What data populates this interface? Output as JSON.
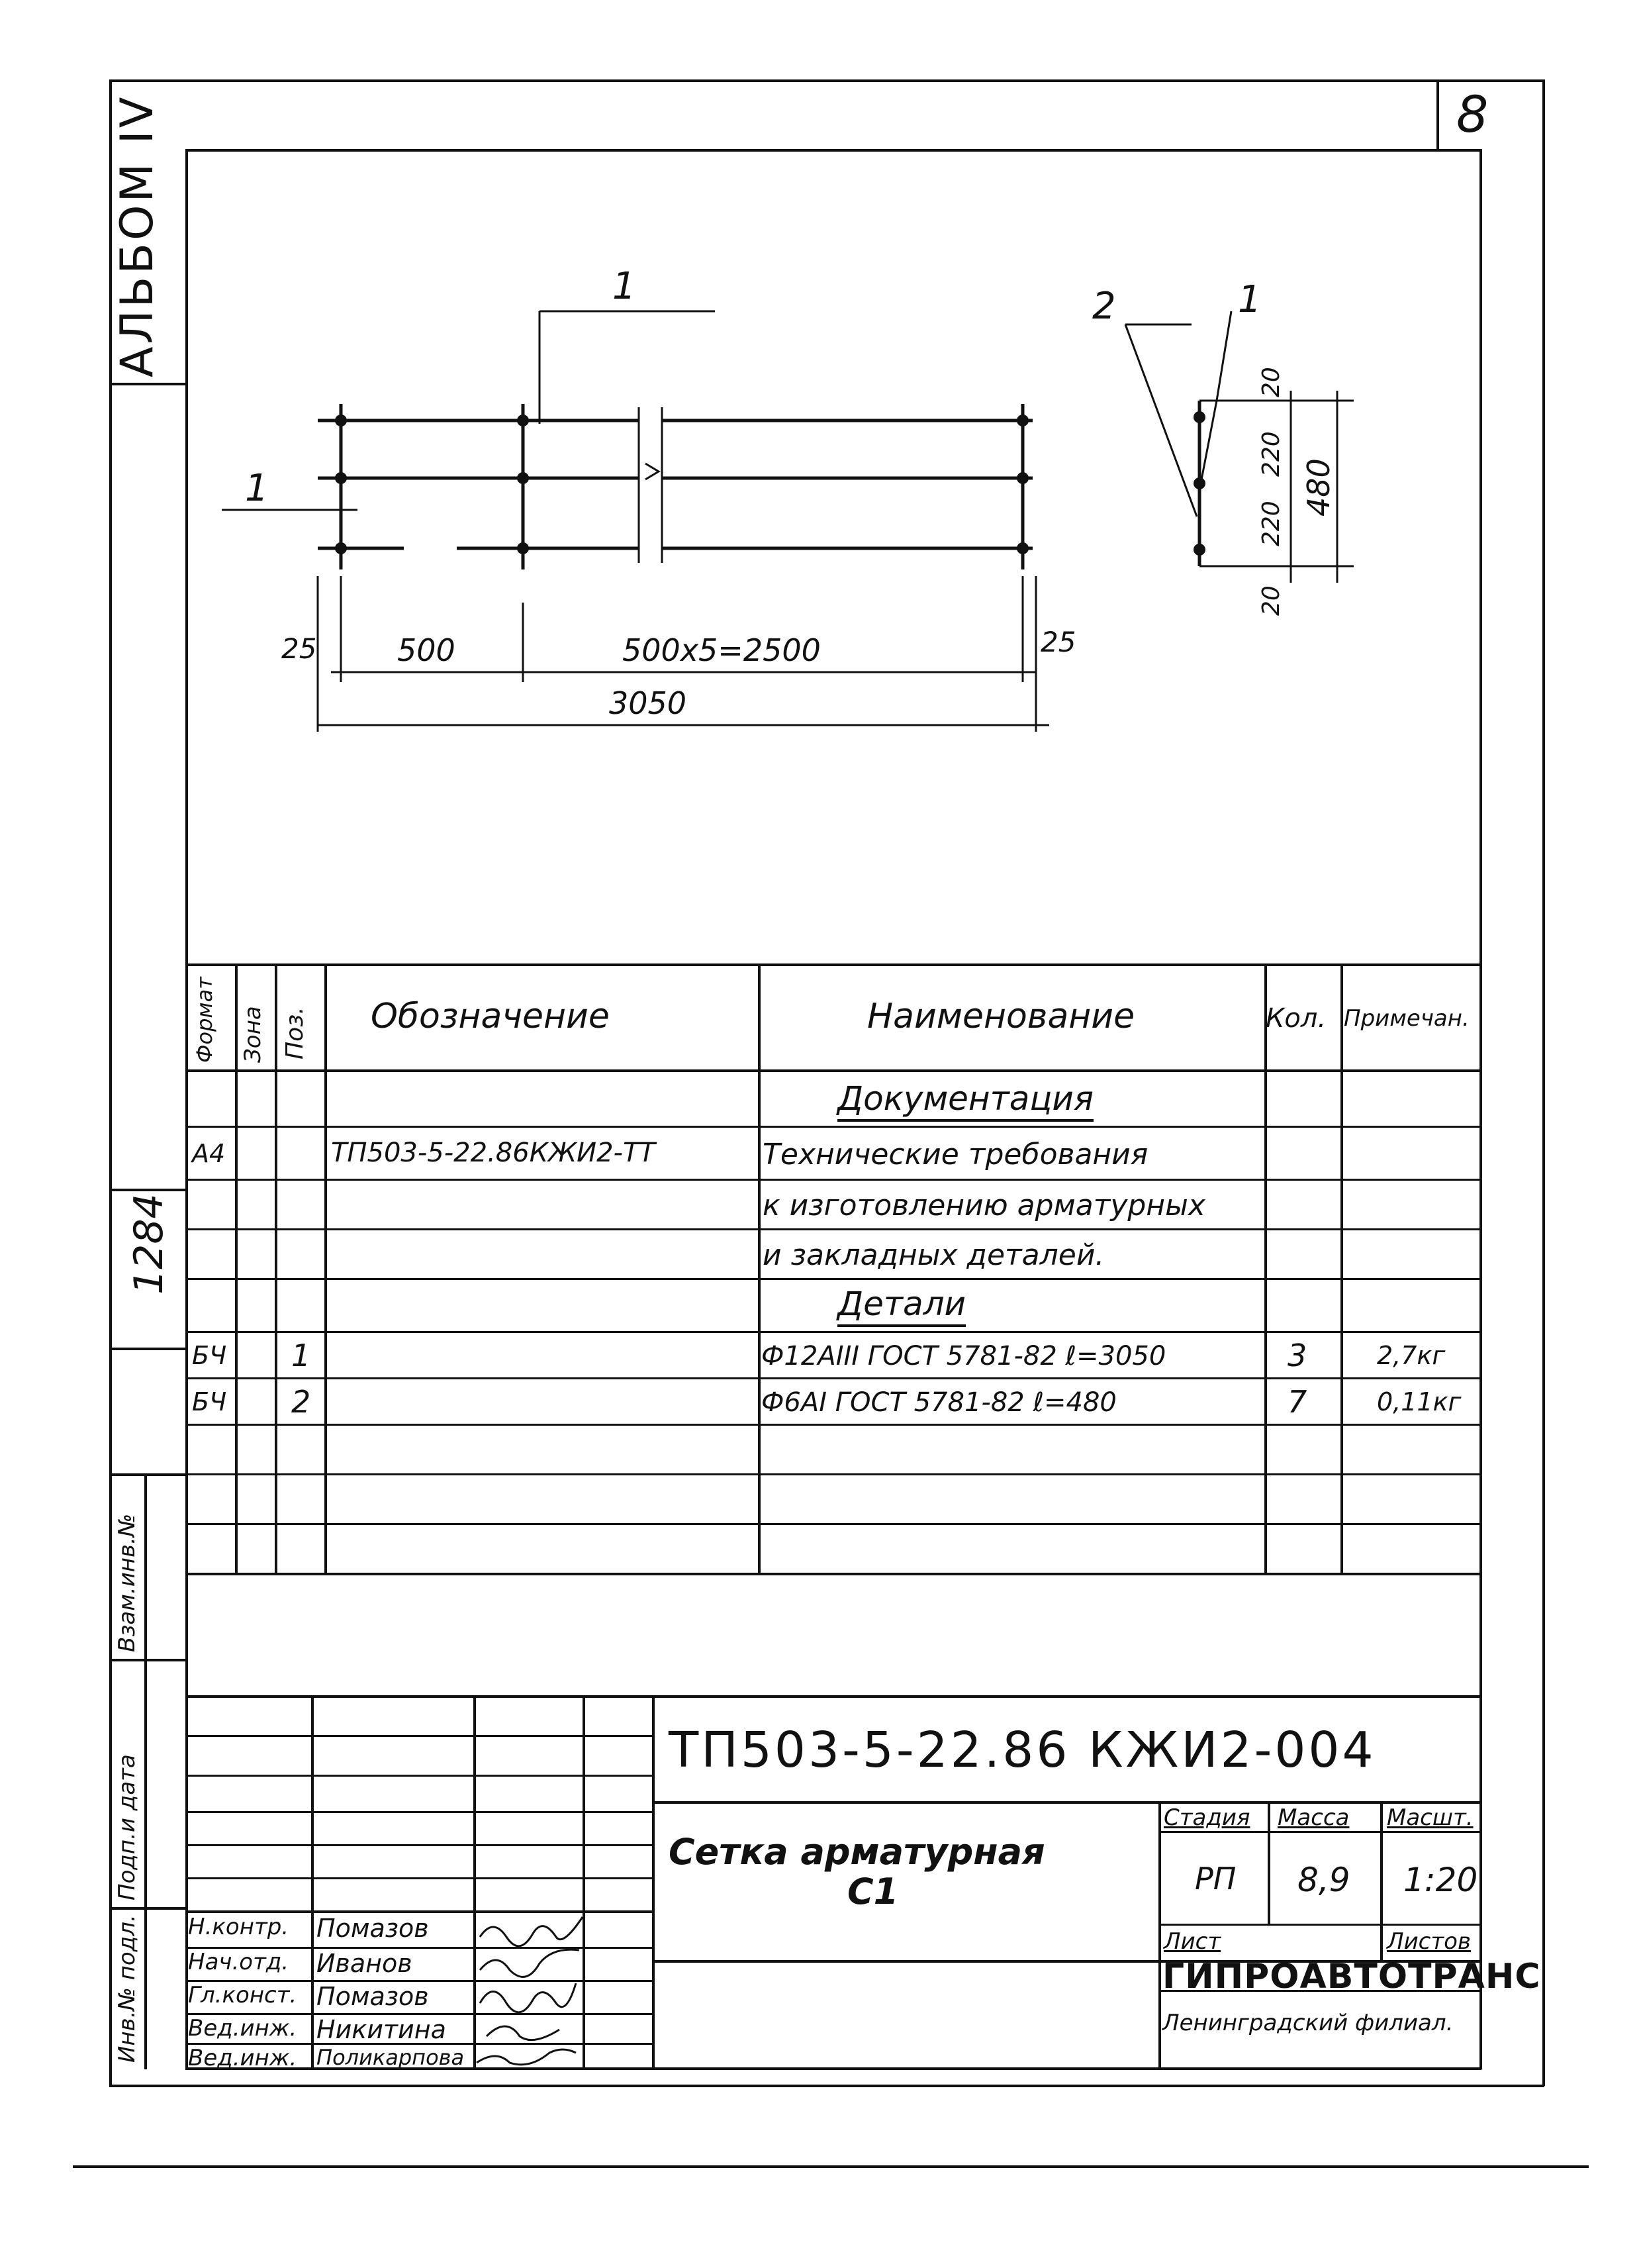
{
  "sheet": {
    "number": "8",
    "album_label": "АЛЬБОМ IV",
    "inventory_number": "1284"
  },
  "drawing": {
    "pos1_label": "1",
    "pos2_label": "2",
    "dims_main": {
      "d25_left": "25",
      "d500": "500",
      "d500x5": "500x5=2500",
      "d25_right": "25",
      "d3050": "3050"
    },
    "dims_section": {
      "d20_top": "20",
      "d220_a": "220",
      "d220_b": "220",
      "d20_bottom": "20",
      "d480": "480"
    }
  },
  "spec": {
    "headers": {
      "format": "Формат",
      "zone": "Зона",
      "pos": "Поз.",
      "designation": "Обозначение",
      "name": "Наименование",
      "qty": "Кол.",
      "note": "Примечан."
    },
    "sections": {
      "documentation": "Документация",
      "parts": "Детали"
    },
    "rows": [
      {
        "format": "А4",
        "pos": "",
        "designation": "ТП503-5-22.86КЖИ2-ТТ",
        "name": "Технические требования",
        "qty": "",
        "note": ""
      },
      {
        "format": "",
        "pos": "",
        "designation": "",
        "name": "к изготовлению арматурных",
        "qty": "",
        "note": ""
      },
      {
        "format": "",
        "pos": "",
        "designation": "",
        "name": "и закладных деталей.",
        "qty": "",
        "note": ""
      },
      {
        "format": "БЧ",
        "pos": "1",
        "designation": "",
        "name": "Ф12АIII ГОСТ 5781-82   ℓ=3050",
        "qty": "3",
        "note": "2,7кг"
      },
      {
        "format": "БЧ",
        "pos": "2",
        "designation": "",
        "name": "Ф6АI ГОСТ 5781-82   ℓ=480",
        "qty": "7",
        "note": "0,11кг"
      }
    ]
  },
  "side_stamp": {
    "vzam_inv": "Взам.инв.№",
    "podp_data": "Подп.и дата",
    "inv_podl": "Инв.№ подл."
  },
  "title_block": {
    "code": "ТП503-5-22.86 КЖИ2-004",
    "title_line1": "Сетка арматурная",
    "title_line2": "С1",
    "stage_header": "Стадия",
    "mass_header": "Масса",
    "scale_header": "Масшт.",
    "stage": "РП",
    "mass": "8,9",
    "scale": "1:20",
    "sheet_label": "Лист",
    "sheets_label": "Листов",
    "org": "ГИПРОАВТОТРАНС",
    "org_branch": "Ленинградский филиал.",
    "people": [
      {
        "role": "Н.контр.",
        "name": "Помазов"
      },
      {
        "role": "Нач.отд.",
        "name": "Иванов"
      },
      {
        "role": "Гл.конст.",
        "name": "Помазов"
      },
      {
        "role": "Вед.инж.",
        "name": "Никитина"
      },
      {
        "role": "Вед.инж.",
        "name": "Поликарпова"
      }
    ]
  }
}
